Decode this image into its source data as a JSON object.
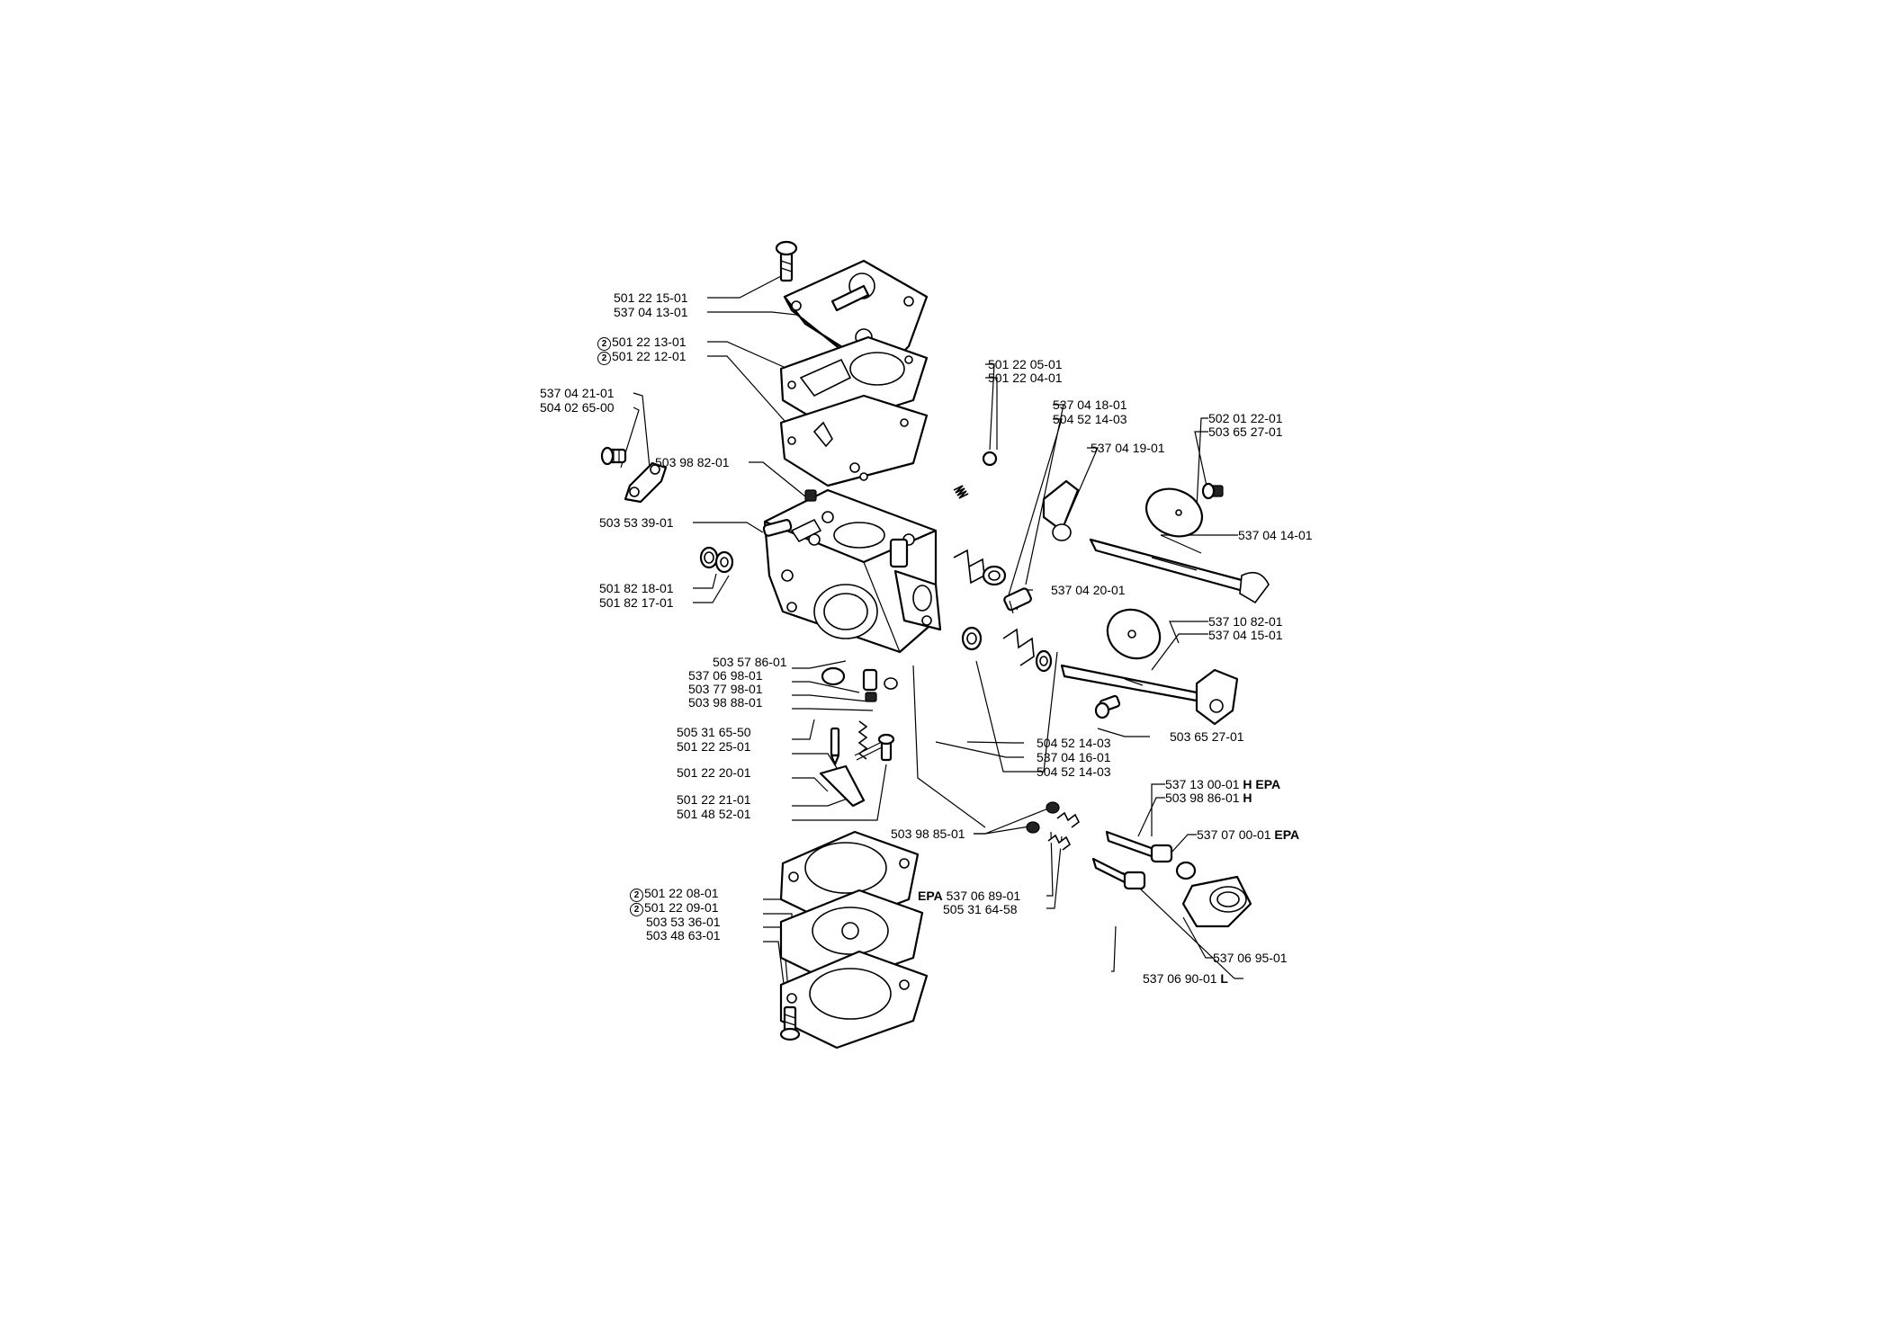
{
  "callouts": {
    "c01": {
      "text": "501 22 15-01"
    },
    "c02": {
      "text": "537 04 13-01"
    },
    "c03": {
      "mark": "2",
      "text": "501 22 13-01"
    },
    "c04": {
      "mark": "2",
      "text": "501 22 12-01"
    },
    "c05": {
      "text": "537 04 21-01"
    },
    "c06": {
      "text": "504 02 65-00"
    },
    "c07": {
      "text": "503 98 82-01"
    },
    "c08": {
      "text": "503 53 39-01"
    },
    "c09": {
      "text": "501 82 18-01"
    },
    "c10": {
      "text": "501 82 17-01"
    },
    "c11": {
      "text": "503 57 86-01"
    },
    "c12": {
      "text": "537 06 98-01"
    },
    "c13": {
      "text": "503 77 98-01"
    },
    "c14": {
      "text": "503 98 88-01"
    },
    "c15": {
      "text": "505 31 65-50"
    },
    "c16": {
      "text": "501 22 25-01"
    },
    "c17": {
      "text": "501 22 20-01"
    },
    "c18": {
      "text": "501 22 21-01"
    },
    "c19": {
      "text": "501 48 52-01"
    },
    "c20": {
      "mark": "2",
      "text": "501 22 08-01"
    },
    "c21": {
      "mark": "2",
      "text": "501 22 09-01"
    },
    "c22": {
      "text": "503 53 36-01"
    },
    "c23": {
      "text": "503 48 63-01"
    },
    "c24": {
      "text": "501 22 05-01"
    },
    "c25": {
      "text": "501 22 04-01"
    },
    "c26": {
      "text": "537 04 18-01"
    },
    "c27": {
      "text": "504 52 14-03"
    },
    "c28": {
      "text": "537 04 19-01"
    },
    "c29": {
      "text": "502 01 22-01"
    },
    "c30": {
      "text": "503 65 27-01"
    },
    "c31": {
      "text": "537 04 14-01"
    },
    "c32": {
      "text": "537 04 20-01"
    },
    "c33": {
      "text": "537 10 82-01"
    },
    "c34": {
      "text": "537 04 15-01"
    },
    "c35": {
      "text": "503 65 27-01"
    },
    "c36": {
      "text": "504 52 14-03"
    },
    "c37": {
      "text": "537 04 16-01"
    },
    "c38": {
      "text": "504 52 14-03"
    },
    "c39": {
      "text": "537 13 00-01",
      "suffix": "H EPA"
    },
    "c40": {
      "text": "503 98 86-01",
      "suffix": "H"
    },
    "c41": {
      "text": "537 07 00-01",
      "suffix": "EPA"
    },
    "c42": {
      "text": "503 98 85-01"
    },
    "c43": {
      "prefix": "EPA",
      "text": "537 06 89-01"
    },
    "c44": {
      "text": "505 31 64-58"
    },
    "c45": {
      "text": "537 06 95-01"
    },
    "c46": {
      "text": "537 06 90-01",
      "suffix": "L"
    }
  }
}
